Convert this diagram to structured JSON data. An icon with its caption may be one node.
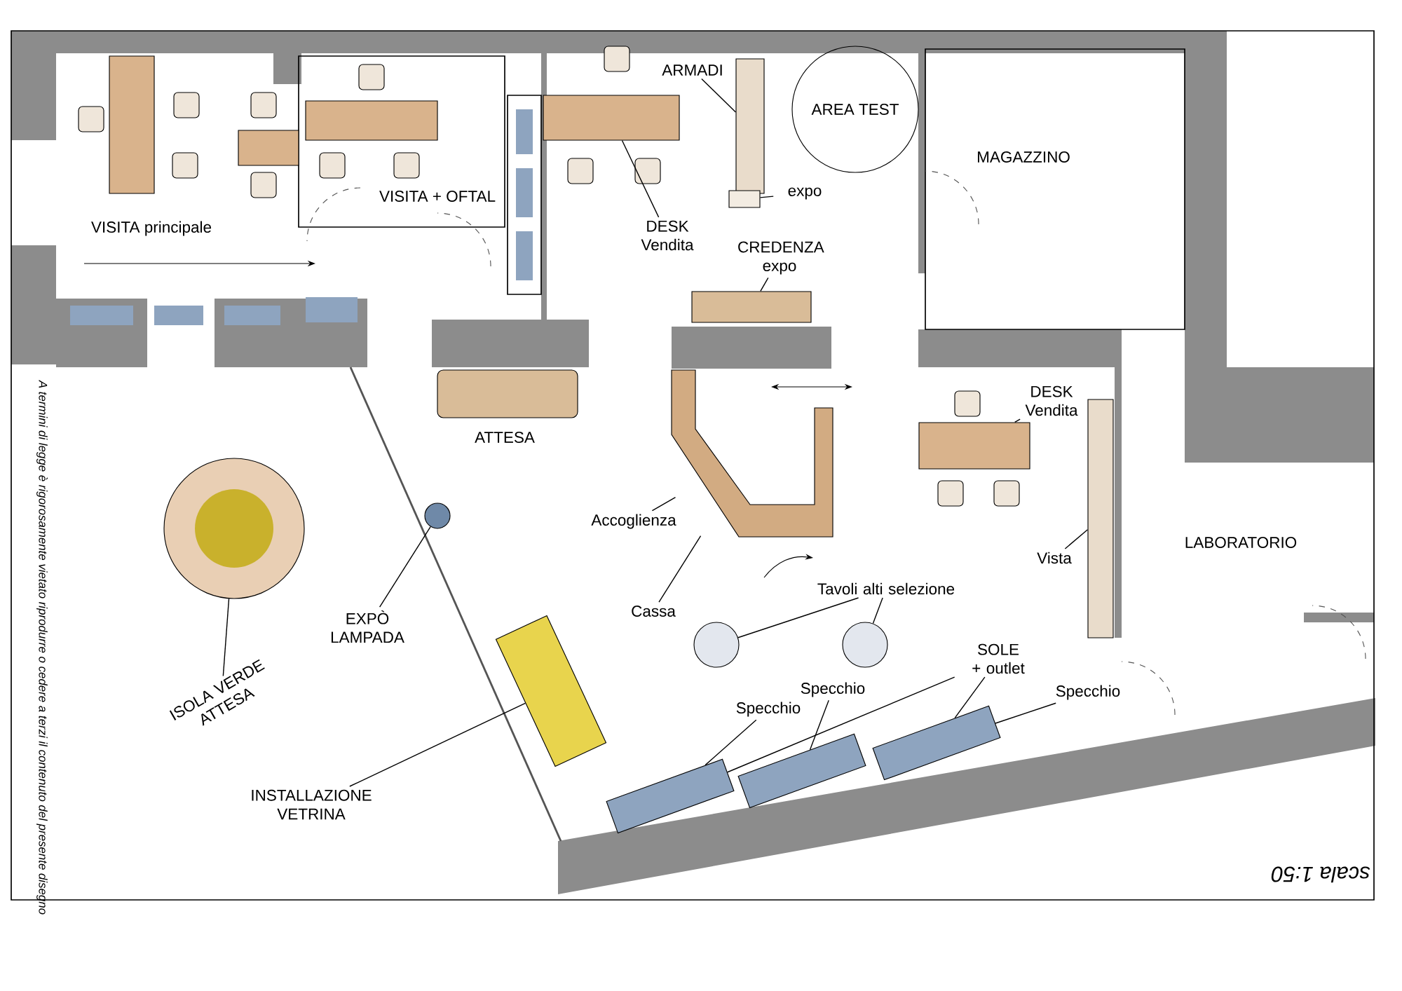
{
  "diagram": {
    "nodes": [
      {
        "text": [
          "ARMADI"
        ]
      },
      {
        "text": [],
        "shape": "box"
      },
      {
        "text": [
          "expo"
        ]
      },
      {
        "text": [],
        "shape": "box"
      },
      {
        "text": [],
        "shape": "box"
      },
      {
        "text": [
          "DESK Vendita"
        ]
      },
      {
        "text": [
          "CREDENZA expo"
        ]
      },
      {
        "text": [],
        "shape": "box"
      },
      {
        "text": [
          "AREA TEST"
        ]
      },
      {
        "text": [
          "Accoglienza"
        ]
      },
      {
        "text": [],
        "shape": "box"
      },
      {
        "text": [
          "Cassa"
        ]
      },
      {
        "text": [
          "DESK Vendita"
        ]
      },
      {
        "text": [],
        "shape": "box"
      },
      {
        "text": [
          "Vista"
        ]
      },
      {
        "text": [],
        "shape": "box"
      },
      {
        "text": [
          "Tavoli alti selezione"
        ]
      },
      {
        "text": [],
        "shape": "circle"
      },
      {
        "text": [],
        "shape": "circle"
      },
      {
        "text": [
          "SOLE + outlet"
        ]
      },
      {
        "text": [
          "Specchio"
        ]
      },
      {
        "text": [
          "Specchio"
        ]
      },
      {
        "text": [
          "Specchio"
        ]
      },
      {
        "text": [],
        "shape": "box"
      },
      {
        "text": [],
        "shape": "box"
      },
      {
        "text": [],
        "shape": "box"
      },
      {
        "text": [
          "ISOLA VERDE ATTESA"
        ]
      },
      {
        "text": [],
        "shape": "circle"
      },
      {
        "text": [
          "EXPÒ LAMPADA"
        ]
      },
      {
        "text": [],
        "shape": "circle"
      },
      {
        "text": [
          "INSTALLAZIONE VETRINA"
        ]
      },
      {
        "text": [],
        "shape": "box"
      }
    ],
    "edges": [
      {
        "from": 0,
        "to": 1,
        "arrow": "none"
      },
      {
        "from": 2,
        "to": 3,
        "arrow": "none"
      },
      {
        "from": 5,
        "to": 4,
        "arrow": "none"
      },
      {
        "from": 6,
        "to": 7,
        "arrow": "none"
      },
      {
        "from": 9,
        "to": 10,
        "arrow": "none"
      },
      {
        "from": 11,
        "to": 10,
        "arrow": "none"
      },
      {
        "from": 12,
        "to": 13,
        "arrow": "none"
      },
      {
        "from": 14,
        "to": 15,
        "arrow": "none"
      },
      {
        "from": 16,
        "to": 17,
        "arrow": "none"
      },
      {
        "from": 16,
        "to": 18,
        "arrow": "none"
      },
      {
        "from": 19,
        "to": 23,
        "arrow": "none"
      },
      {
        "from": 19,
        "to": 25,
        "arrow": "none"
      },
      {
        "from": 20,
        "to": 23,
        "arrow": "none"
      },
      {
        "from": 21,
        "to": 24,
        "arrow": "none"
      },
      {
        "from": 22,
        "to": 25,
        "arrow": "none"
      },
      {
        "from": 26,
        "to": 27,
        "arrow": "none"
      },
      {
        "from": 28,
        "to": 29,
        "arrow": "none"
      },
      {
        "from": 30,
        "to": 31,
        "arrow": "none"
      }
    ],
    "labels": [
      "VISITA principale",
      "VISITA + OFTAL",
      "MAGAZZINO",
      "ATTESA",
      "LABORATORIO",
      "A termini di legge è rigorosamente vietato riprodurre o cedere a terzi il contenuto del presente disegno",
      "scala 1:50"
    ]
  }
}
